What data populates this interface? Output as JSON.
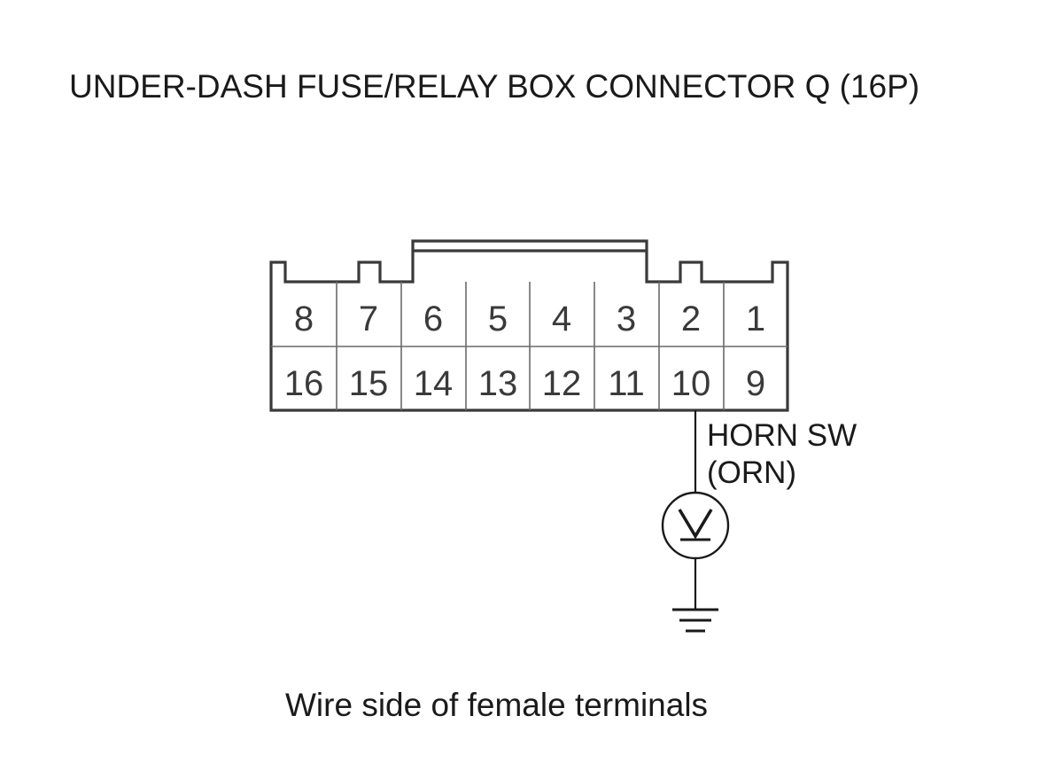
{
  "title": "UNDER-DASH FUSE/RELAY BOX CONNECTOR Q (16P)",
  "connector": {
    "top_row": [
      "8",
      "7",
      "6",
      "5",
      "4",
      "3",
      "2",
      "1"
    ],
    "bottom_row": [
      "16",
      "15",
      "14",
      "13",
      "12",
      "11",
      "10",
      "9"
    ]
  },
  "probe": {
    "terminal": "10",
    "label_line1": "HORN SW",
    "label_line2": "(ORN)",
    "meter_symbol": "voltmeter-icon",
    "ground_symbol": "ground-icon"
  },
  "caption": "Wire side of female terminals"
}
